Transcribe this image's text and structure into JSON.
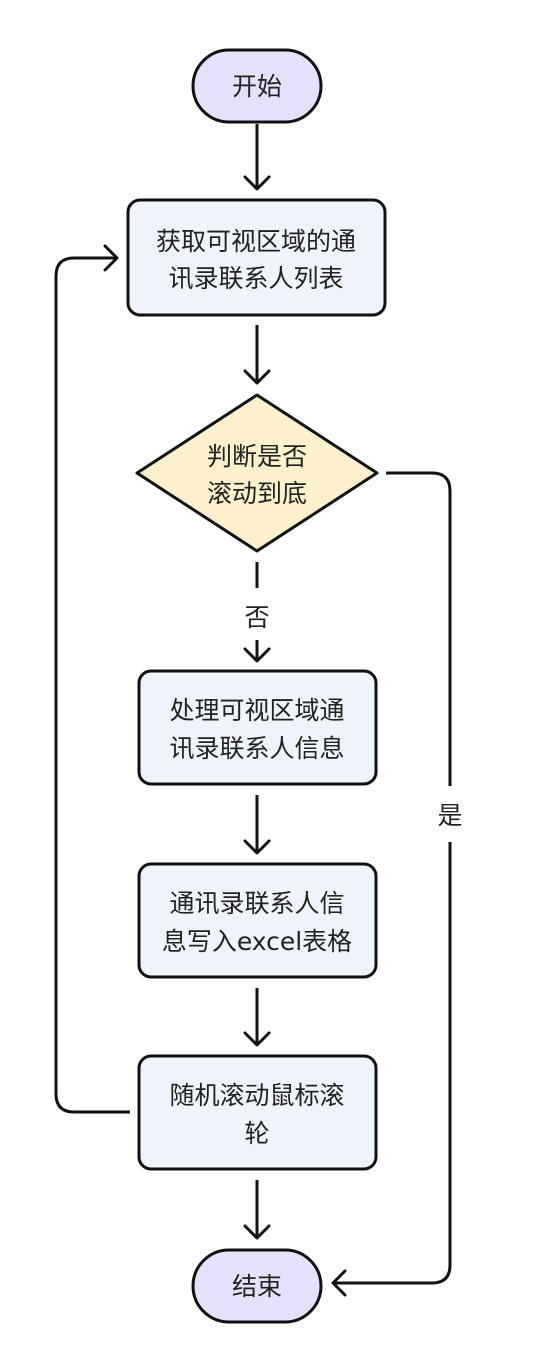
{
  "colors": {
    "terminal_fill": "#e6e1fb",
    "process_fill": "#eff3fa",
    "decision_fill": "#fdf0cd",
    "stroke": "#111111",
    "text": "#222222",
    "background": "#ffffff"
  },
  "nodes": {
    "start": {
      "label": "开始"
    },
    "get_list": {
      "line1": "获取可视区域的通",
      "line2": "讯录联系人列表"
    },
    "decision": {
      "line1": "判断是否",
      "line2": "滚动到底"
    },
    "process_visible": {
      "line1": "处理可视区域通",
      "line2": "讯录联系人信息"
    },
    "write_excel": {
      "line1": "通讯录联系人信",
      "line2": "息写入excel表格"
    },
    "random_scroll": {
      "line1": "随机滚动鼠标滚",
      "line2": "轮"
    },
    "end": {
      "label": "结束"
    }
  },
  "edges": {
    "no_label": "否",
    "yes_label": "是"
  }
}
